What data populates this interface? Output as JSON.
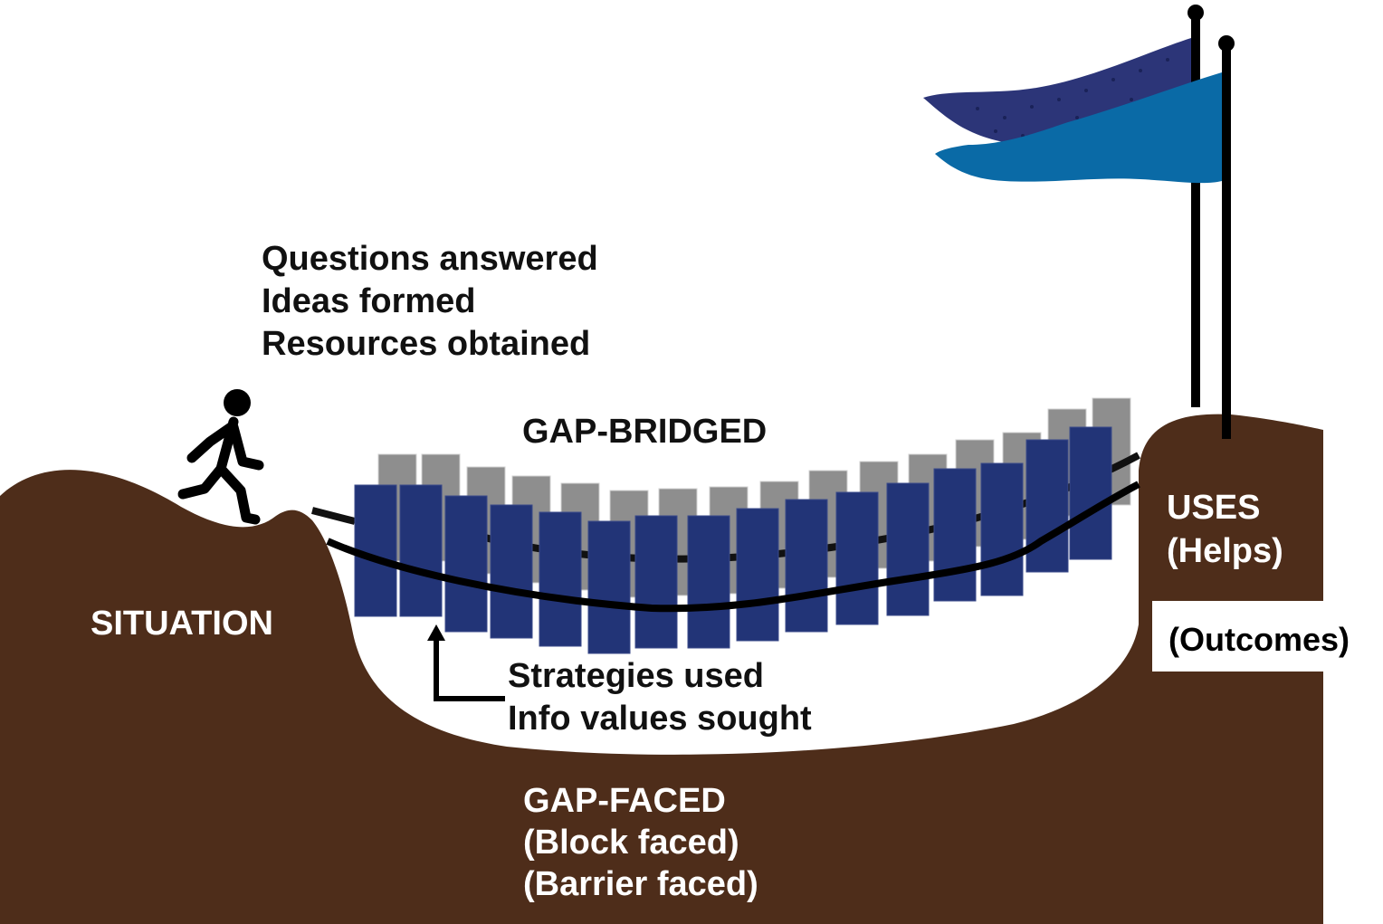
{
  "labels": {
    "questions_answered": "Questions answered",
    "ideas_formed": "Ideas formed",
    "resources_obtained": "Resources obtained",
    "gap_bridged": "GAP-BRIDGED",
    "situation": "SITUATION",
    "uses": "USES",
    "helps": "(Helps)",
    "outcomes": "(Outcomes)",
    "strategies_used": "Strategies used",
    "info_values_sought": "Info values sought",
    "gap_faced": "GAP-FACED",
    "block_faced": "(Block faced)",
    "barrier_faced": "(Barrier faced)"
  },
  "colors": {
    "ground": "#4e2d1a",
    "plank_front": "#223477",
    "plank_back": "#8e8e8e",
    "flag_dark": "#2c3578",
    "flag_light": "#0a6aa6",
    "ink": "#111111"
  },
  "icons": {
    "person": "walking-person-icon",
    "flags": "flag-icon"
  }
}
